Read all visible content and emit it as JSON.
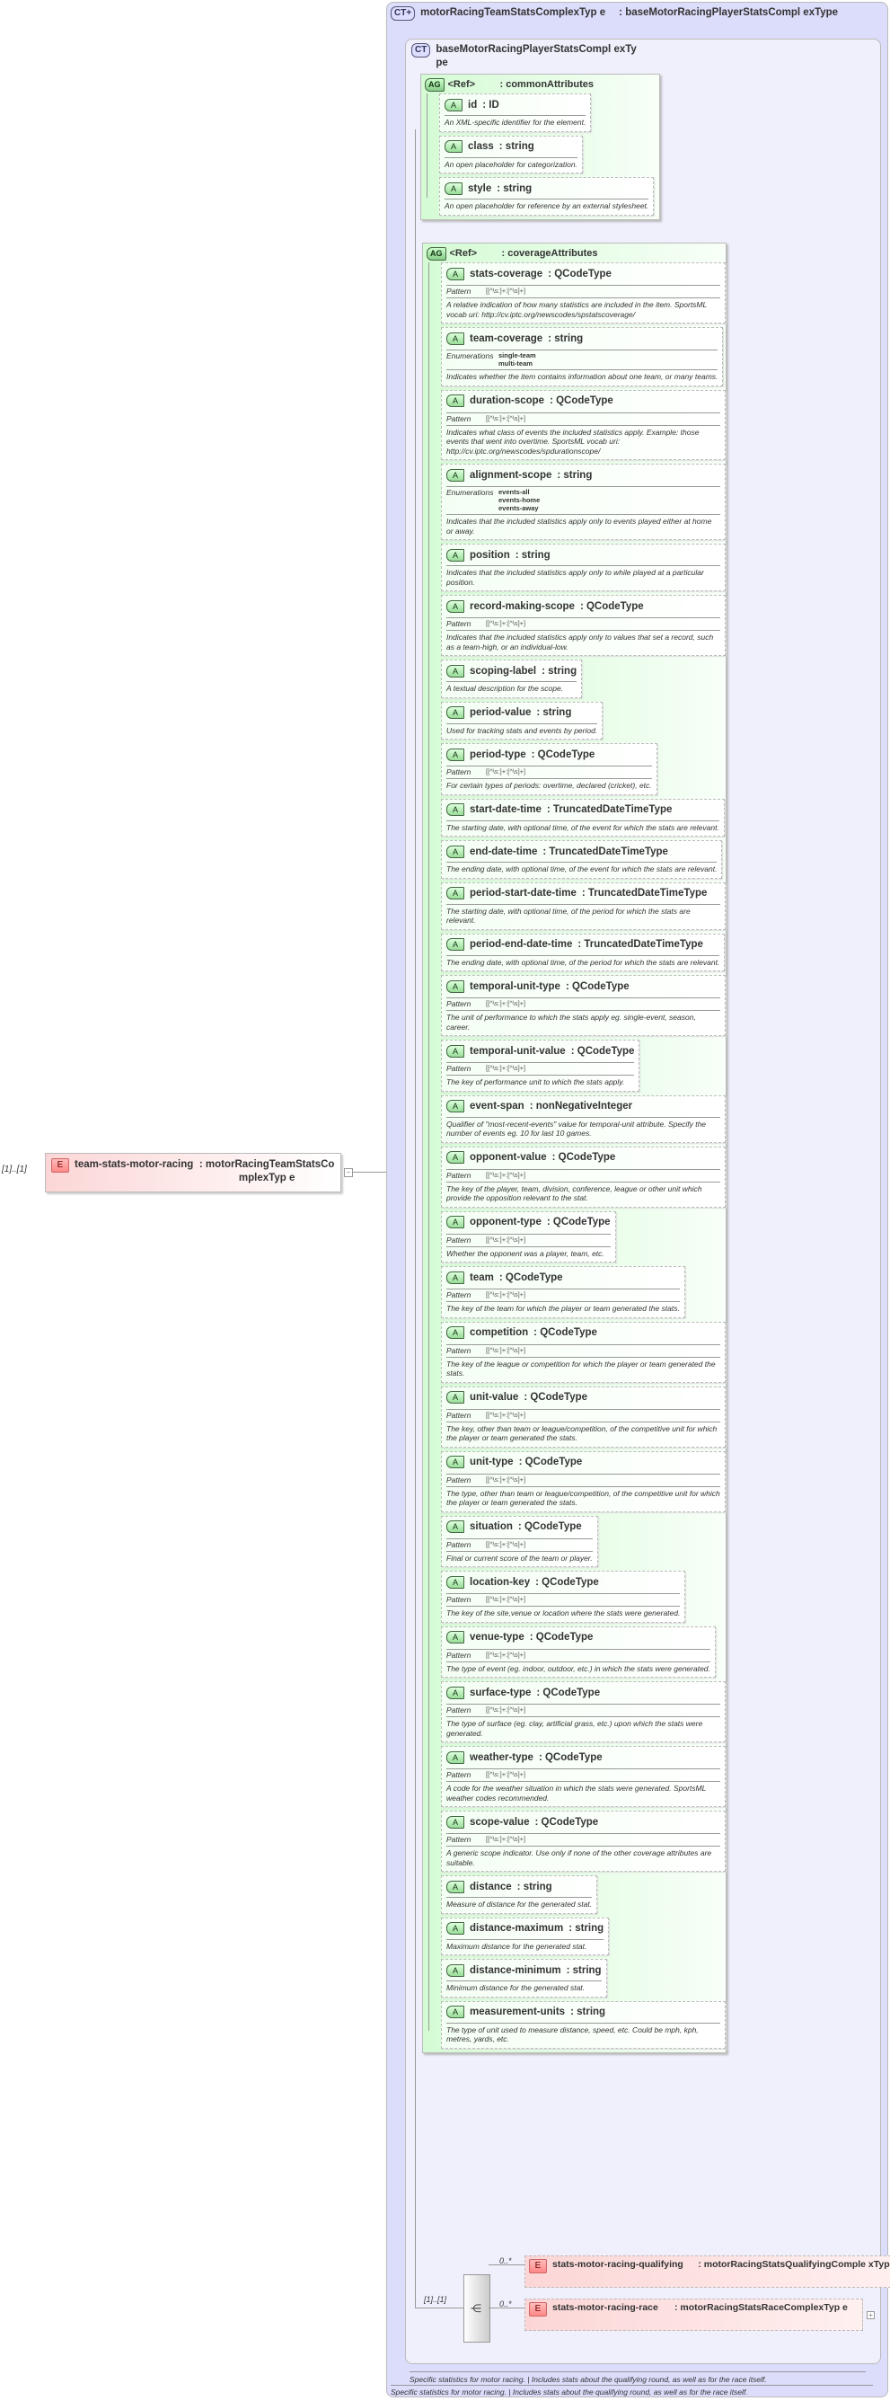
{
  "root_element": {
    "multiplicity": "[1]..[1]",
    "badge": "E",
    "name": "team-stats-motor-racing",
    "type": ": motorRacingTeamStatsComplexTyp e",
    "toggle": "−"
  },
  "complex_type": {
    "badge": "CT+",
    "name": "motorRacingTeamStatsComplexTyp e",
    "base": ": baseMotorRacingPlayerStatsCompl exType",
    "description": "Specific statistics for motor racing. | Includes stats about the qualifying round, as well as for the race itself."
  },
  "base_type": {
    "badge": "CT",
    "name": "baseMotorRacingPlayerStatsCompl exType",
    "description": "Specific statistics for motor racing. | Includes stats about the qualifying round, as well as for the race itself."
  },
  "attribute_groups": [
    {
      "badge": "AG",
      "ref": "<Ref>",
      "name": ": commonAttributes",
      "attributes": [
        {
          "name": "id",
          "type": ": ID",
          "desc": "An XML-specific identifier for the element."
        },
        {
          "name": "class",
          "type": ": string",
          "desc": "An open placeholder for categorization."
        },
        {
          "name": "style",
          "type": ": string",
          "desc": "An open placeholder for reference by an external stylesheet."
        }
      ]
    },
    {
      "badge": "AG",
      "ref": "<Ref>",
      "name": ": coverageAttributes",
      "attributes": [
        {
          "name": "stats-coverage",
          "type": ": QCodeType",
          "pattern": "[[^\\s:]+:[^\\s]+]",
          "desc": "A relative indication of how many statistics are included in the item. SportsML vocab uri: http://cv.iptc.org/newscodes/spstatscoverage/"
        },
        {
          "name": "team-coverage",
          "type": ": string",
          "enumerations": [
            "single-team",
            "multi-team"
          ],
          "desc": "Indicates whether the item contains information about one team, or many teams."
        },
        {
          "name": "duration-scope",
          "type": ": QCodeType",
          "pattern": "[[^\\s:]+:[^\\s]+]",
          "desc": "Indicates what class of events the included statistics apply. Example: those events that went into overtime. SportsML vocab uri: http://cv.iptc.org/newscodes/spdurationscope/"
        },
        {
          "name": "alignment-scope",
          "type": ": string",
          "enumerations": [
            "events-all",
            "events-home",
            "events-away"
          ],
          "desc": "Indicates that the included statistics apply only to events played either at home or away."
        },
        {
          "name": "position",
          "type": ": string",
          "desc": "Indicates that the included statistics apply only to while played at a particular position."
        },
        {
          "name": "record-making-scope",
          "type": ": QCodeType",
          "pattern": "[[^\\s:]+:[^\\s]+]",
          "desc": "Indicates that the included statistics apply only to values that set a record, such as a team-high, or an individual-low."
        },
        {
          "name": "scoping-label",
          "type": ": string",
          "desc": "A textual description for the scope."
        },
        {
          "name": "period-value",
          "type": ": string",
          "desc": "Used for tracking stats and events by period."
        },
        {
          "name": "period-type",
          "type": ": QCodeType",
          "pattern": "[[^\\s:]+:[^\\s]+]",
          "desc": "For certain types of periods: overtime, declared (cricket), etc."
        },
        {
          "name": "start-date-time",
          "type": ": TruncatedDateTimeType",
          "desc": "The starting date, with optional time, of the event for which the stats are relevant."
        },
        {
          "name": "end-date-time",
          "type": ": TruncatedDateTimeType",
          "desc": "The ending date, with optional time, of the event for which the stats are relevant."
        },
        {
          "name": "period-start-date-time",
          "type": ": TruncatedDateTimeType",
          "desc": "The starting date, with optional time, of the period for which the stats are relevant."
        },
        {
          "name": "period-end-date-time",
          "type": ": TruncatedDateTimeType",
          "desc": "The ending date, with optional time, of the period for which the stats are relevant."
        },
        {
          "name": "temporal-unit-type",
          "type": ": QCodeType",
          "pattern": "[[^\\s:]+:[^\\s]+]",
          "desc": "The unit of performance to which the stats apply eg. single-event, season, career."
        },
        {
          "name": "temporal-unit-value",
          "type": ": QCodeType",
          "pattern": "[[^\\s:]+:[^\\s]+]",
          "desc": "The key of performance unit to which the stats apply."
        },
        {
          "name": "event-span",
          "type": ": nonNegativeInteger",
          "desc": "Qualifier of \"most-recent-events\" value for temporal-unit attribute. Specify the number of events eg. 10 for last 10 games."
        },
        {
          "name": "opponent-value",
          "type": ": QCodeType",
          "pattern": "[[^\\s:]+:[^\\s]+]",
          "desc": "The key of the player, team, division, conference, league or other unit which provide the opposition relevant to the stat."
        },
        {
          "name": "opponent-type",
          "type": ": QCodeType",
          "pattern": "[[^\\s:]+:[^\\s]+]",
          "desc": "Whether the opponent was a player, team, etc."
        },
        {
          "name": "team",
          "type": ": QCodeType",
          "pattern": "[[^\\s:]+:[^\\s]+]",
          "desc": "The key of the team for which the player or team generated the stats."
        },
        {
          "name": "competition",
          "type": ": QCodeType",
          "pattern": "[[^\\s:]+:[^\\s]+]",
          "desc": "The key of the league or competition for which the player or team generated the stats."
        },
        {
          "name": "unit-value",
          "type": ": QCodeType",
          "pattern": "[[^\\s:]+:[^\\s]+]",
          "desc": "The key, other than team or league/competition, of the competitive unit for which the player or team generated the stats."
        },
        {
          "name": "unit-type",
          "type": ": QCodeType",
          "pattern": "[[^\\s:]+:[^\\s]+]",
          "desc": "The type, other than team or league/competition, of the competitive unit for which the player or team generated the stats."
        },
        {
          "name": "situation",
          "type": ": QCodeType",
          "pattern": "[[^\\s:]+:[^\\s]+]",
          "desc": "Final or current score of the team or player."
        },
        {
          "name": "location-key",
          "type": ": QCodeType",
          "pattern": "[[^\\s:]+:[^\\s]+]",
          "desc": "The key of the site,venue or location where the stats were generated."
        },
        {
          "name": "venue-type",
          "type": ": QCodeType",
          "pattern": "[[^\\s:]+:[^\\s]+]",
          "desc": "The type of event (eg. indoor, outdoor, etc.) in which the stats were generated."
        },
        {
          "name": "surface-type",
          "type": ": QCodeType",
          "pattern": "[[^\\s:]+:[^\\s]+]",
          "desc": "The type of surface (eg. clay, artificial grass, etc.) upon which the stats were generated."
        },
        {
          "name": "weather-type",
          "type": ": QCodeType",
          "pattern": "[[^\\s:]+:[^\\s]+]",
          "desc": "A code for the weather situation in which the stats were generated. SportsML weather codes recommended."
        },
        {
          "name": "scope-value",
          "type": ": QCodeType",
          "pattern": "[[^\\s:]+:[^\\s]+]",
          "desc": "A generic scope indicator. Use only if none of the other coverage attributes are suitable."
        },
        {
          "name": "distance",
          "type": ": string",
          "desc": "Measure of distance for the generated stat."
        },
        {
          "name": "distance-maximum",
          "type": ": string",
          "desc": "Maximum distance for the generated stat."
        },
        {
          "name": "distance-minimum",
          "type": ": string",
          "desc": "Minimum distance for the generated stat."
        },
        {
          "name": "measurement-units",
          "type": ": string",
          "desc": "The type of unit used to measure distance, speed, etc. Could be mph, kph, metres, yards, etc."
        }
      ]
    }
  ],
  "labels": {
    "attribute_badge": "A",
    "pattern": "Pattern",
    "enumerations": "Enumerations"
  },
  "choice": {
    "multiplicity": "[1]..[1]",
    "elements": [
      {
        "multiplicity": "0..*",
        "badge": "E",
        "name": "stats-motor-racing-qualifying",
        "type": ": motorRacingStatsQualifyingComple xType",
        "toggle": "+"
      },
      {
        "multiplicity": "0..*",
        "badge": "E",
        "name": "stats-motor-racing-race",
        "type": ": motorRacingStatsRaceComplexTyp e",
        "toggle": "+"
      }
    ]
  }
}
